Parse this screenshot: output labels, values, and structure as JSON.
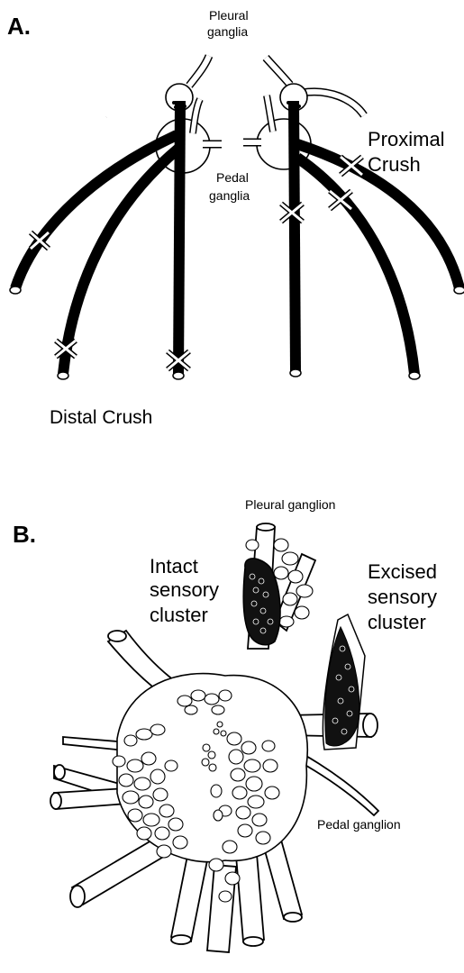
{
  "panel_a": {
    "letter": "A.",
    "pleural_label": [
      "Pleural",
      "ganglia"
    ],
    "pedal_label": [
      "Pedal",
      "ganglia"
    ],
    "proximal_label": [
      "Proximal",
      "Crush"
    ],
    "distal_label": "Distal Crush"
  },
  "panel_b": {
    "letter": "B.",
    "pleural_label": "Pleural ganglion",
    "intact_label": [
      "Intact",
      "sensory",
      "cluster"
    ],
    "excised_label": [
      "Excised",
      "sensory",
      "cluster"
    ],
    "pedal_label": "Pedal ganglion"
  }
}
